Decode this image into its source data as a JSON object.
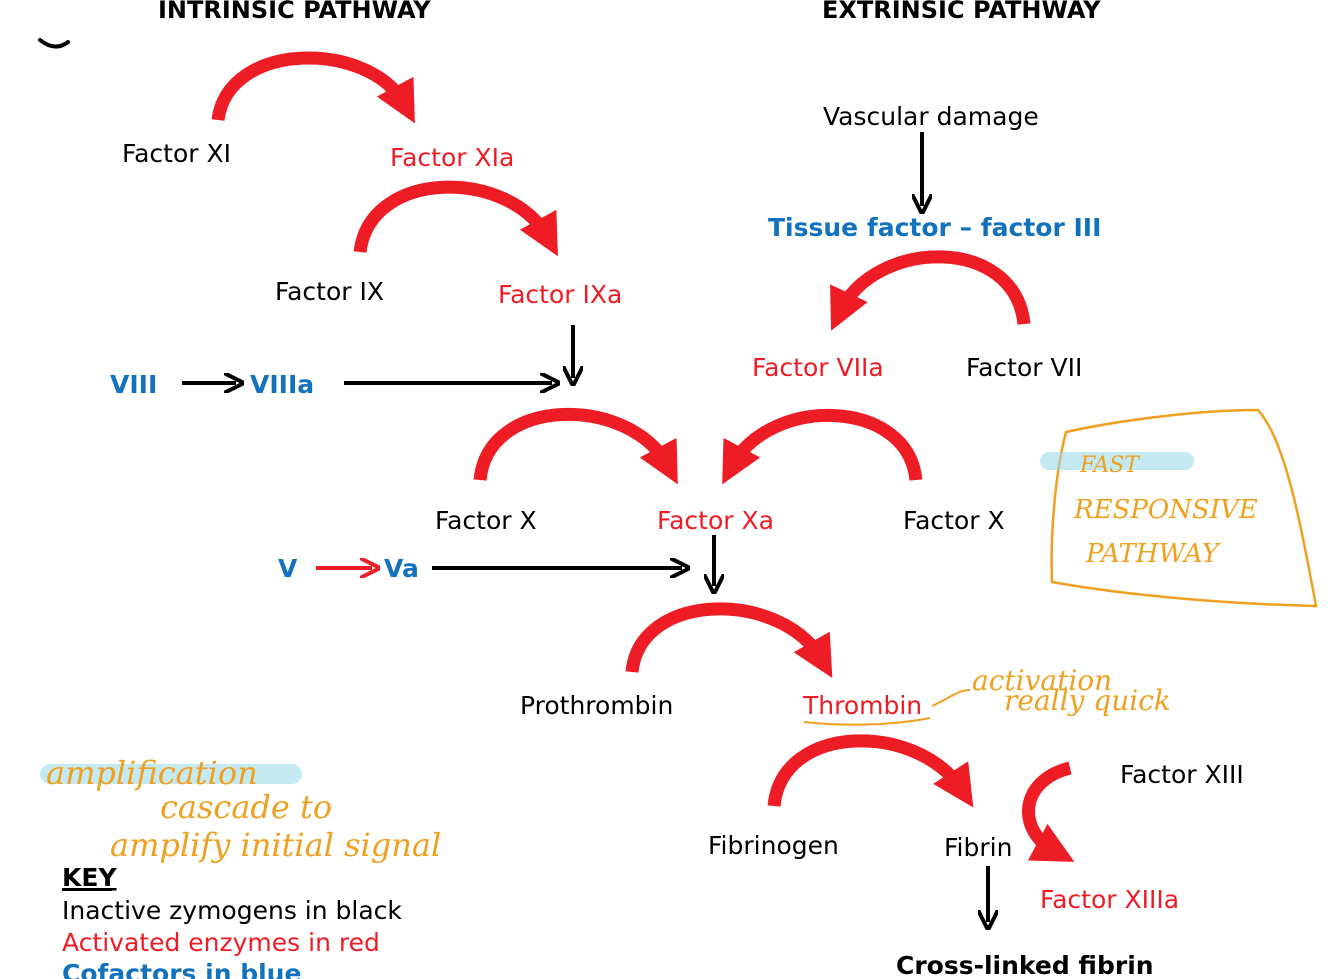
{
  "headers": {
    "intrinsic": "INTRINSIC PATHWAY",
    "extrinsic": "EXTRINSIC PATHWAY"
  },
  "nodes": {
    "factor_xi": "Factor XI",
    "factor_xia": "Factor XIa",
    "factor_ix": "Factor IX",
    "factor_ixa": "Factor IXa",
    "viii": "VIII",
    "viiia": "VIIIa",
    "vascular_damage": "Vascular damage",
    "tissue_factor": "Tissue factor – factor III",
    "factor_viia": "Factor VIIa",
    "factor_vii": "Factor VII",
    "factor_x_left": "Factor X",
    "factor_xa": "Factor Xa",
    "factor_x_right": "Factor X",
    "v": "V",
    "va": "Va",
    "prothrombin": "Prothrombin",
    "thrombin": "Thrombin",
    "fibrinogen": "Fibrinogen",
    "fibrin": "Fibrin",
    "factor_xiii": "Factor XIII",
    "factor_xiiia": "Factor XIIIa",
    "cross_linked_fibrin": "Cross-linked fibrin"
  },
  "key": {
    "title": "KEY",
    "inactive": "Inactive zymogens in black",
    "activated": "Activated enzymes in red",
    "cofactors": "Cofactors in blue"
  },
  "annotations": {
    "fast_line1": "FAST",
    "fast_line2": "RESPONSIVE",
    "fast_line3": "PATHWAY",
    "activation_line1": "activation",
    "activation_line2": "really quick",
    "amp_line1": "amplification",
    "amp_line2": "cascade to",
    "amp_line3": "amplify initial signal"
  },
  "colors": {
    "zymogen": "#000000",
    "enzyme": "#ee1c24",
    "cofactor": "#1272bd",
    "handwriting": "#f0a020",
    "highlight": "#9edbe6"
  }
}
